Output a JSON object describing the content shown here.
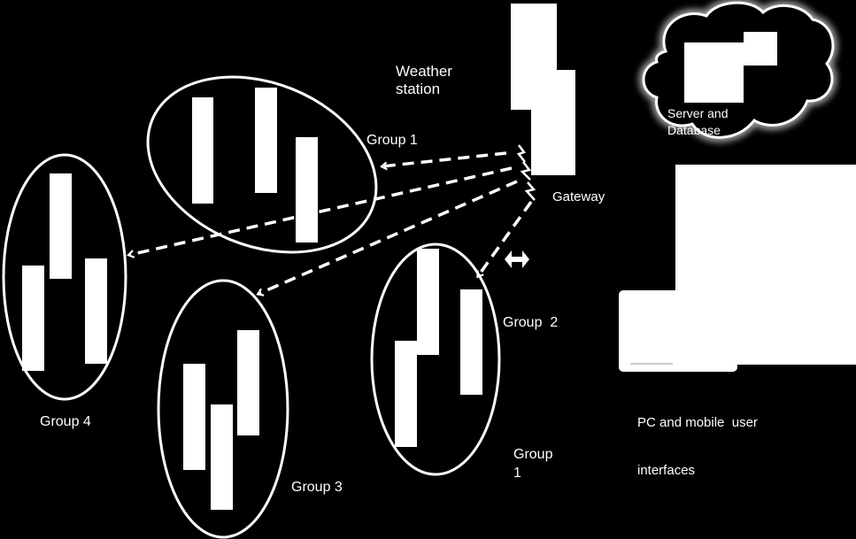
{
  "labels": {
    "weather_station_1": "Weather",
    "weather_station_2": "station",
    "group1_top": "Group 1",
    "gateway": "Gateway",
    "server_1": "Server and",
    "server_2": "Database",
    "group2": "Group  2",
    "group4": "Group 4",
    "group3": "Group 3",
    "group1_bottom_1": "Group",
    "group1_bottom_2": "1",
    "pc_1": "PC and mobile  user",
    "pc_2": "interfaces"
  },
  "colors": {
    "background": "#000000",
    "foreground": "#ffffff",
    "cloud_glow": "#bbbbbb"
  },
  "icons": {
    "gateway_device": "gateway-rect",
    "cloud": "cloud-icon",
    "wireless": "lightning-zigzag-icon",
    "bidirectional": "double-arrow-icon"
  }
}
